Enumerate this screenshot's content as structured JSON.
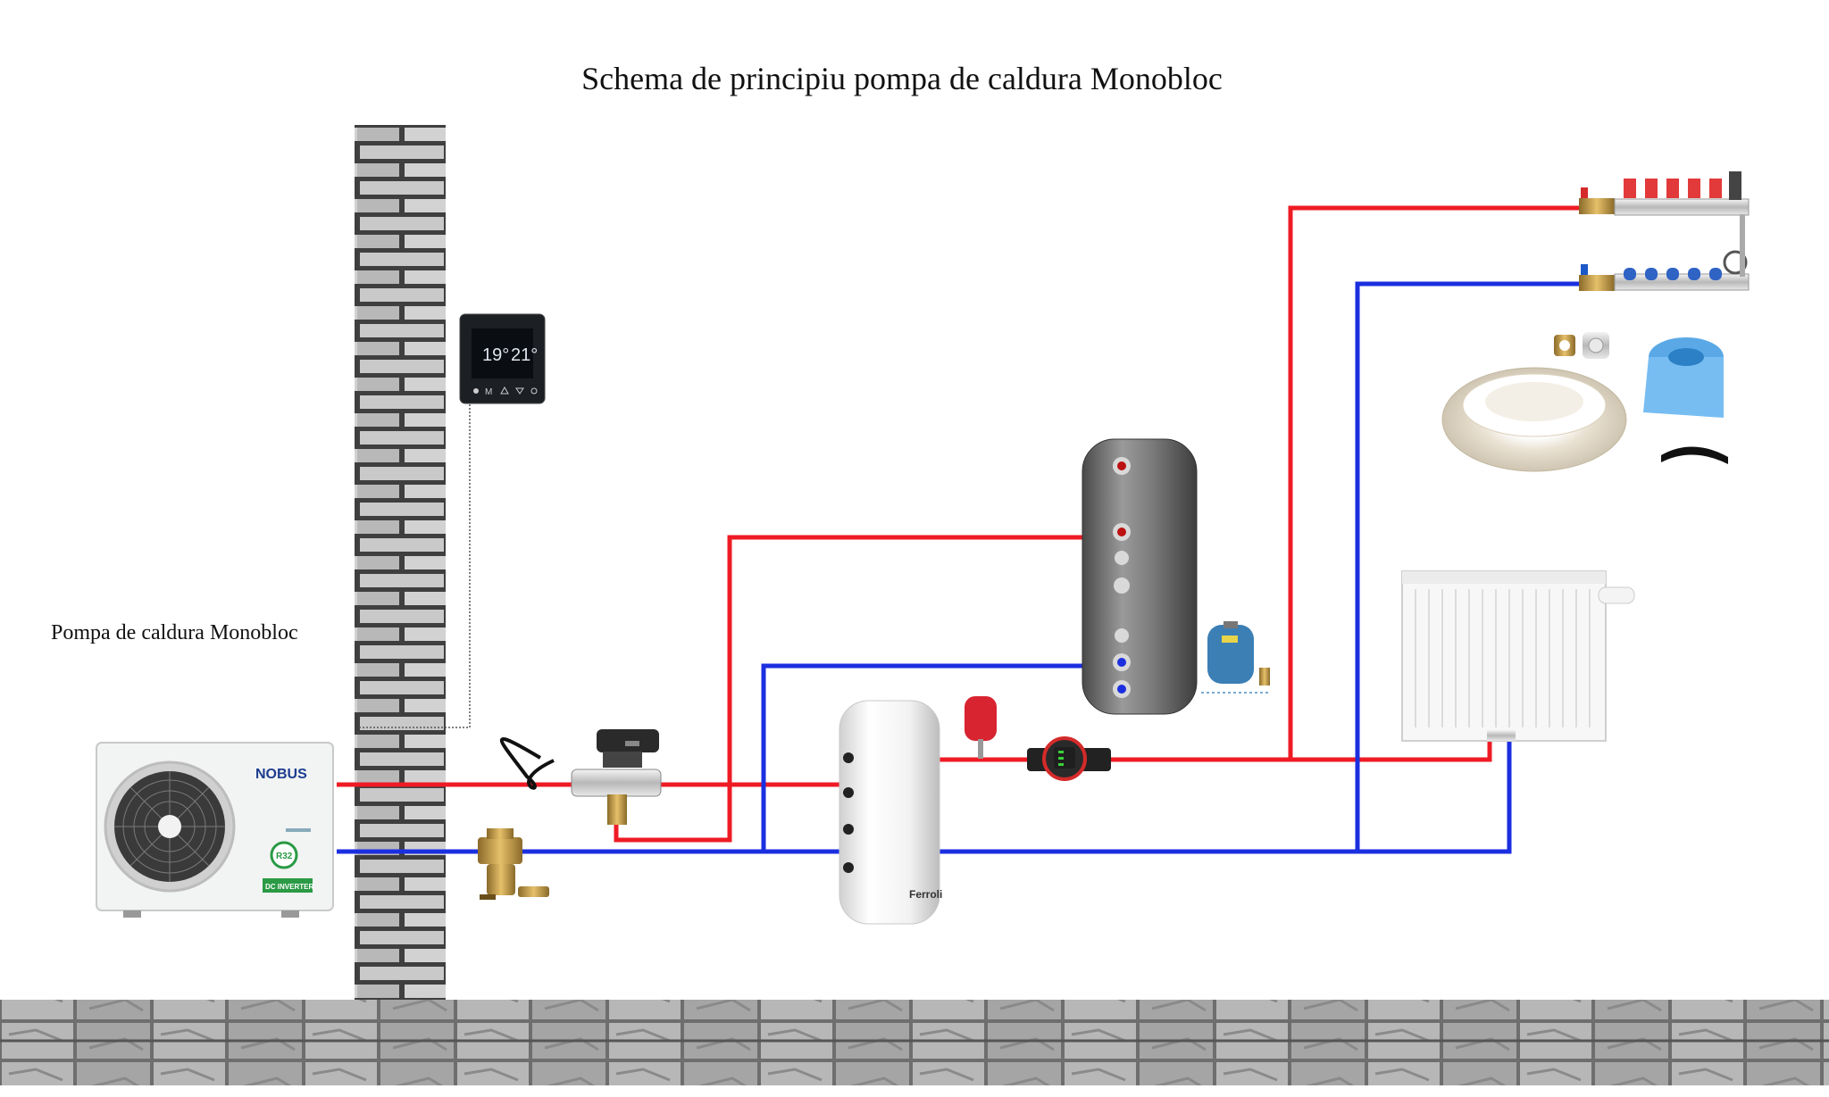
{
  "title": "Schema de principiu pompa de caldura Monobloc",
  "label_heat_pump": "Pompa de caldura Monobloc",
  "heat_pump_brand": "NOBUS",
  "heat_pump_badge": "R32",
  "heat_pump_inverter_badge": "DC INVERTER",
  "thermostat_temp_left": "19°",
  "thermostat_temp_right": "21°",
  "thermostat_mode": "M",
  "buffer_tank_brand": "Ferroli",
  "colors": {
    "hot_pipe": "#ee1b24",
    "cold_pipe": "#1b2fe0",
    "brick_dark": "#5a5a5a",
    "brick_light": "#c8c8c8",
    "floor_stone": "#9a9a9a"
  },
  "icons": [
    "brick-wall",
    "thermostat",
    "heat-pump",
    "zone-valve",
    "magnetic-filter",
    "buffer-tank",
    "expansion-vessel",
    "circulation-pump",
    "dhw-tank",
    "radiator",
    "underfloor-manifold",
    "pex-pipe-coil",
    "insulation-roll",
    "pipe-fittings"
  ]
}
